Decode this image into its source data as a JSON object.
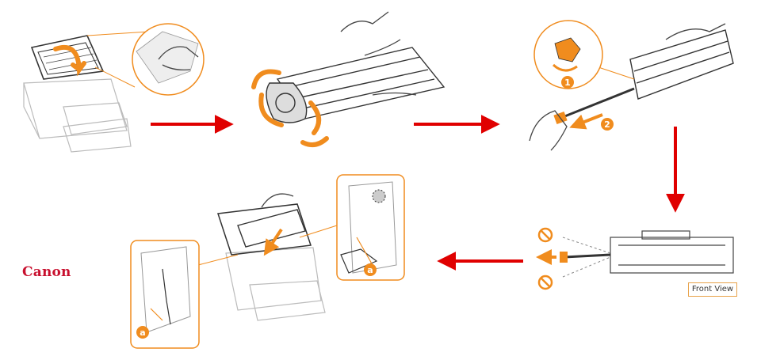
{
  "brand": {
    "name": "Canon",
    "color": "#c8102e"
  },
  "labels": {
    "front_view": "Front View",
    "step_1": "1",
    "step_2": "2",
    "callout_a": "a"
  },
  "colors": {
    "arrow": "#e00000",
    "accent": "#f08c1e",
    "line_art": "#555555",
    "light_line": "#bbbbbb",
    "prohibit": "#f08c1e"
  },
  "icons": [
    "arrow-right-icon",
    "arrow-down-icon",
    "arrow-left-icon",
    "prohibited-icon",
    "rotate-arrow-icon",
    "hand-icon"
  ]
}
